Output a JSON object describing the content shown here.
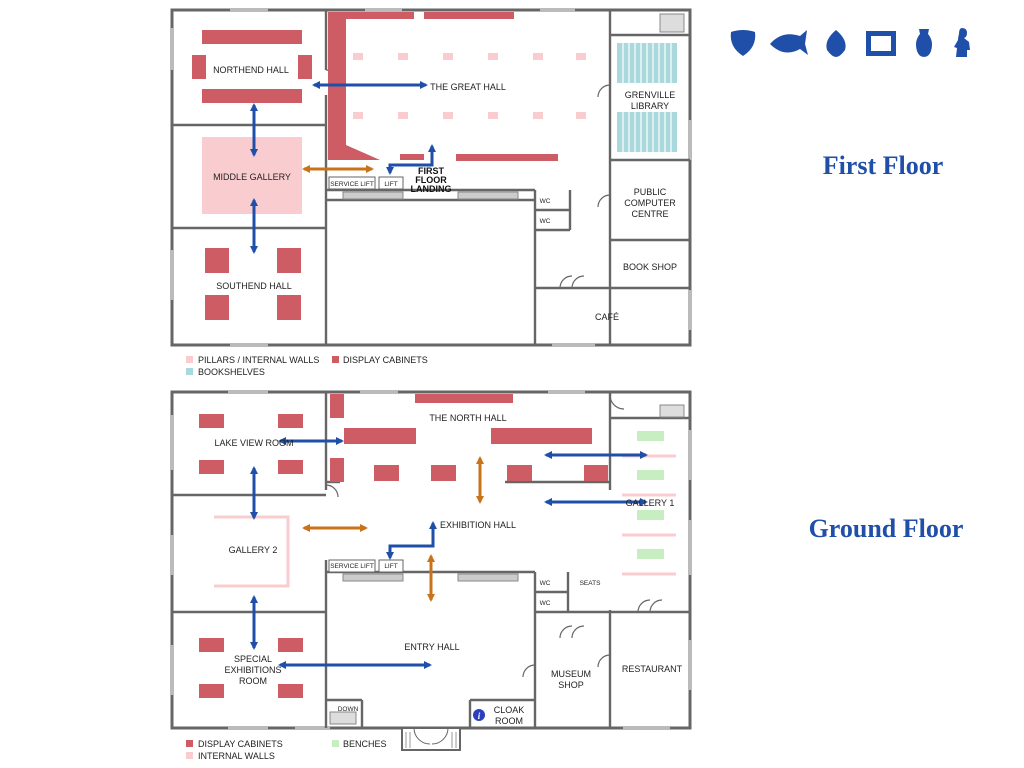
{
  "floors": {
    "first": {
      "title": "First Floor",
      "rooms": {
        "northend_hall": "NORTHEND HALL",
        "great_hall": "THE GREAT HALL",
        "middle_gallery": "MIDDLE GALLERY",
        "southend_hall": "SOUTHEND HALL",
        "grenville_library_1": "GRENVILLE",
        "grenville_library_2": "LIBRARY",
        "public_computer_1": "PUBLIC",
        "public_computer_2": "COMPUTER",
        "public_computer_3": "CENTRE",
        "book_shop": "BOOK SHOP",
        "cafe": "CAFÉ",
        "service_lift": "SERVICE LIFT",
        "lift": "LIFT",
        "landing_1": "FIRST",
        "landing_2": "FLOOR",
        "landing_3": "LANDING",
        "wc_1": "WC",
        "wc_2": "WC"
      },
      "legend": {
        "pillars": "PILLARS / INTERNAL WALLS",
        "cabinets": "DISPLAY CABINETS",
        "bookshelves": "BOOKSHELVES"
      }
    },
    "ground": {
      "title": "Ground Floor",
      "rooms": {
        "north_hall": "THE NORTH HALL",
        "lake_view": "LAKE VIEW ROOM",
        "gallery_1": "GALLERY 1",
        "gallery_2": "GALLERY 2",
        "exhibition_hall": "EXHIBITION HALL",
        "special_1": "SPECIAL",
        "special_2": "EXHIBITIONS",
        "special_3": "ROOM",
        "entry_hall": "ENTRY HALL",
        "museum_shop_1": "MUSEUM",
        "museum_shop_2": "SHOP",
        "restaurant": "RESTAURANT",
        "cloak_1": "CLOAK",
        "cloak_2": "ROOM",
        "service_lift": "SERVICE LIFT",
        "lift": "LIFT",
        "wc_1": "WC",
        "wc_2": "WC",
        "seats": "SEATS",
        "down": "DOWN",
        "info": "i"
      },
      "legend": {
        "cabinets": "DISPLAY CABINETS",
        "benches": "BENCHES",
        "internal_walls": "INTERNAL WALLS"
      }
    }
  },
  "icons": [
    "mask-icon",
    "fish-icon",
    "leaf-icon",
    "frame-icon",
    "vase-icon",
    "statue-icon"
  ],
  "colors": {
    "display_cabinets": "#cd5c64",
    "pillars_internal_walls": "#f9cdd0",
    "bookshelves": "#a9d9dc",
    "benches": "#c7eec0",
    "blue_arrow": "#1f4fa8",
    "orange_arrow": "#c8731a",
    "title": "#1f4fa8",
    "walls": "#666666"
  }
}
